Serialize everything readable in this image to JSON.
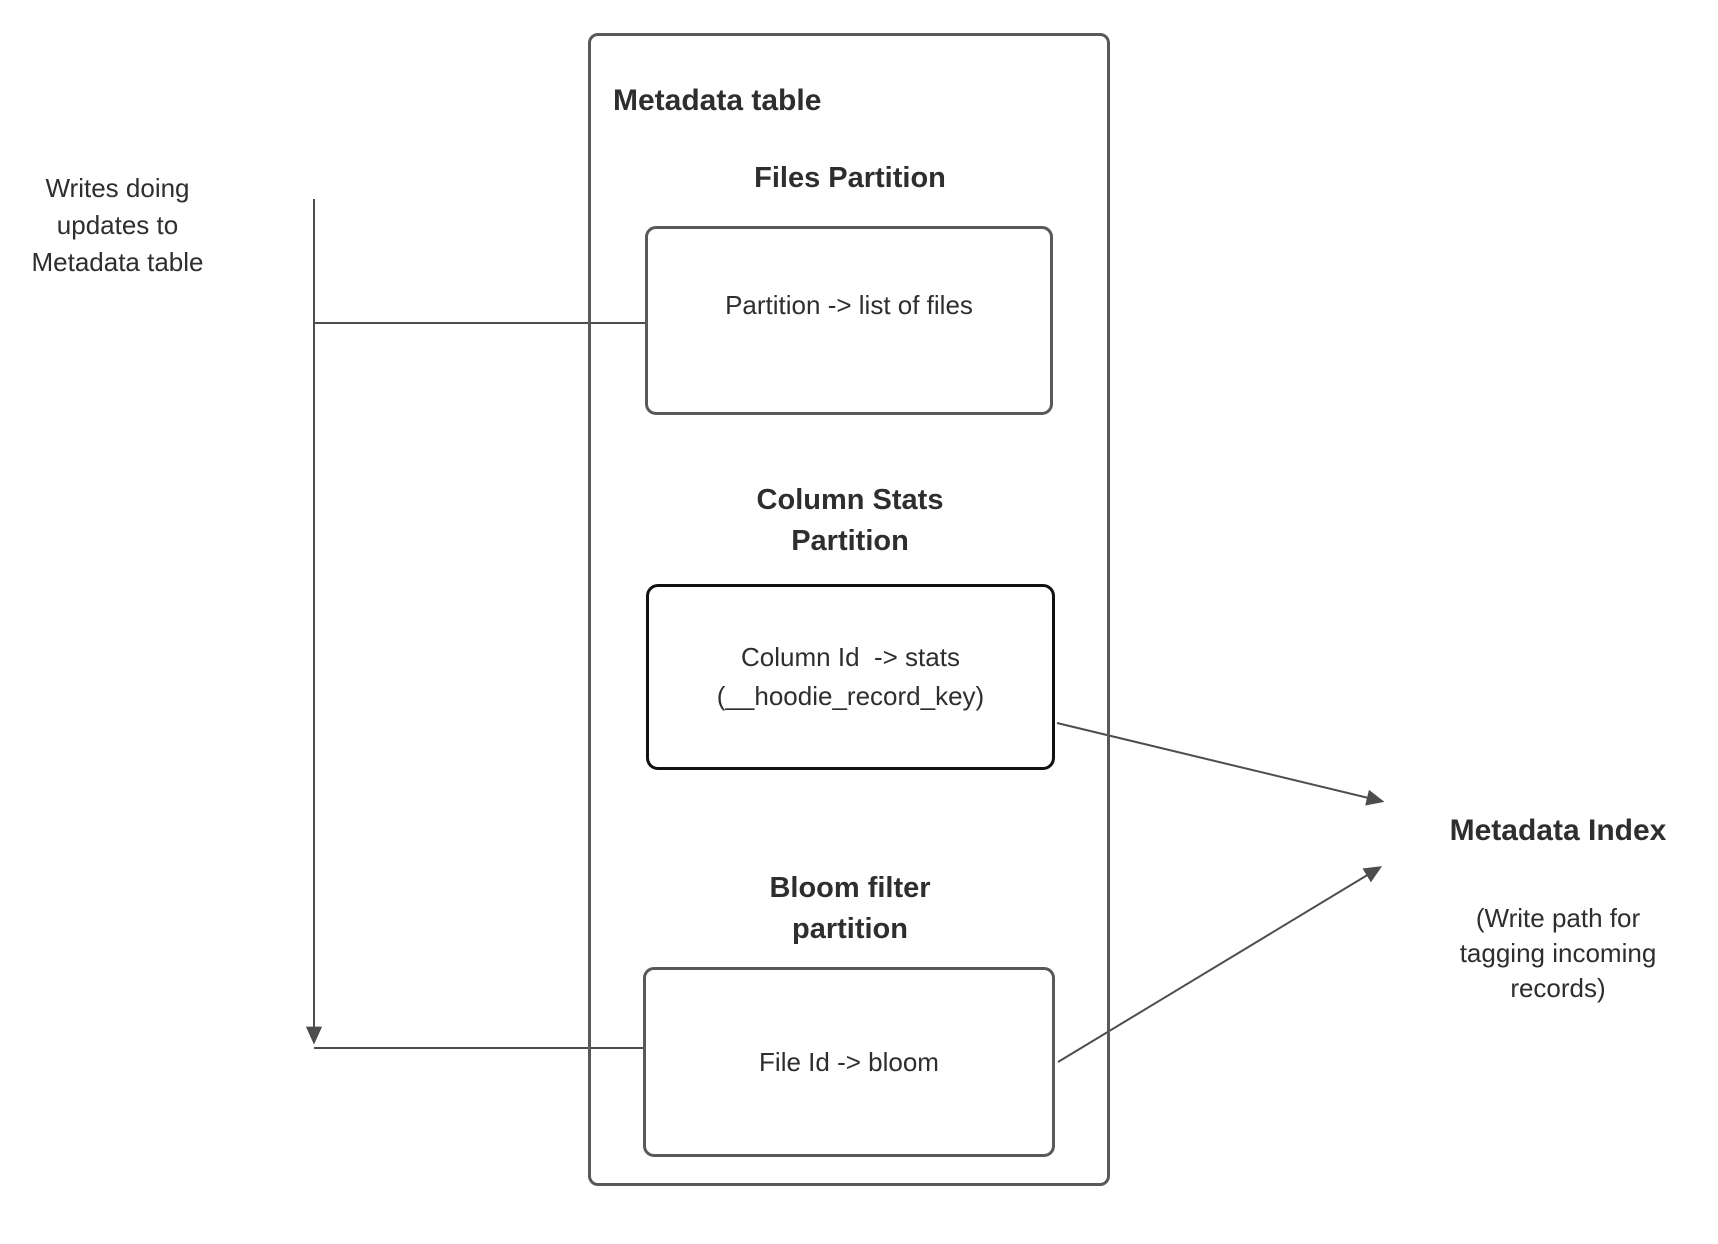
{
  "colors": {
    "line": "#4d4d4d",
    "border": "#595959",
    "stats_border": "#111111",
    "text": "#2e2e2e"
  },
  "left_note": "Writes doing\nupdates to\nMetadata table",
  "metadata_table": {
    "title": "Metadata table",
    "files": {
      "heading": "Files Partition",
      "body": "Partition -> list of files"
    },
    "column_stats": {
      "heading": "Column Stats\nPartition",
      "body": "Column Id  -> stats\n(__hoodie_record_key)"
    },
    "bloom": {
      "heading": "Bloom filter\npartition",
      "body": "File Id -> bloom"
    }
  },
  "metadata_index": {
    "title": "Metadata Index",
    "note": "(Write path for\ntagging incoming\nrecords)"
  }
}
